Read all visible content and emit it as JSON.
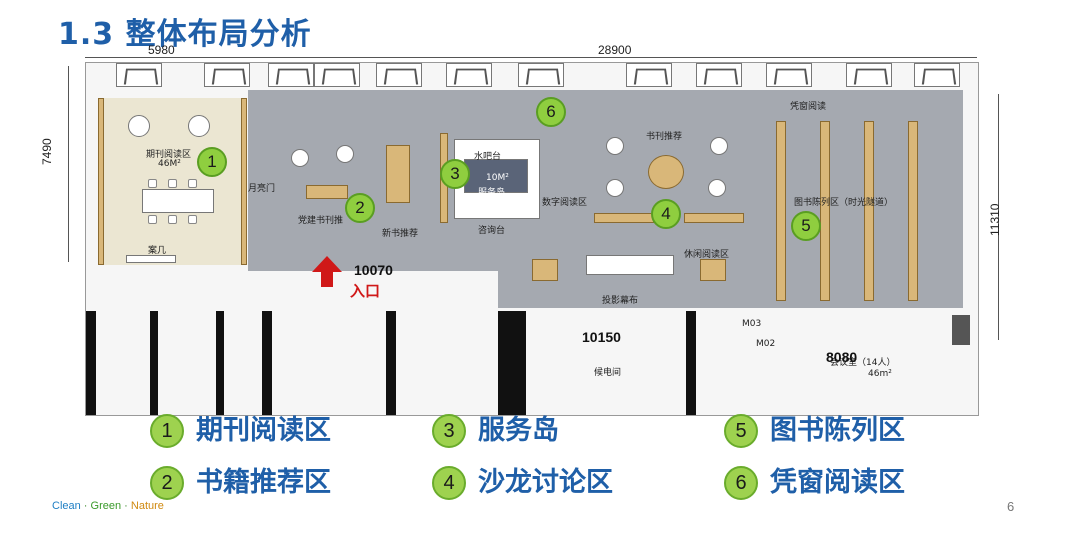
{
  "title": "1.3 整体布局分析",
  "dimensions": {
    "top_left": "5980",
    "top_total": "28900",
    "left_height": "7490",
    "right_height": "11310",
    "entrance_width": "10070",
    "mid_width": "10150",
    "right_width": "8080"
  },
  "plan_labels": {
    "periodical_area": "期刊阅读区",
    "periodical_size": "46M²",
    "case_table": "案几",
    "moon_gate": "月亮门",
    "party_books": "党建书刊推",
    "new_books": "新书推荐",
    "water_bar": "水吧台",
    "service_size": "10M²",
    "service_island": "服务岛",
    "consult_desk": "咨询台",
    "digital_area": "数字阅读区",
    "book_recommend": "书刊推荐",
    "leisure_area": "休闲阅读区",
    "projection": "投影幕布",
    "display_area": "图书陈列区（时光隧道）",
    "entrance": "入口",
    "meeting_room": "会议室（14人）",
    "meeting_size": "46m²",
    "window_reading": "凭窗阅读",
    "elevator_room": "候电间",
    "m02": "M02",
    "m03": "M03"
  },
  "zones": [
    {
      "number": "1",
      "name": "期刊阅读区"
    },
    {
      "number": "2",
      "name": "书籍推荐区"
    },
    {
      "number": "3",
      "name": "服务岛"
    },
    {
      "number": "4",
      "name": "沙龙讨论区"
    },
    {
      "number": "5",
      "name": "图书陈列区"
    },
    {
      "number": "6",
      "name": "凭窗阅读区"
    }
  ],
  "footer": {
    "brand_clean": "Clean",
    "brand_green": "Green",
    "brand_nature": "Nature",
    "separator": " · ",
    "page_number": "6"
  },
  "colors": {
    "title": "#1f5fa8",
    "badge": "#8fce3f",
    "floor": "#a5a9b0",
    "periodical_floor": "#ebe6d2",
    "entrance_arrow": "#d01818"
  }
}
